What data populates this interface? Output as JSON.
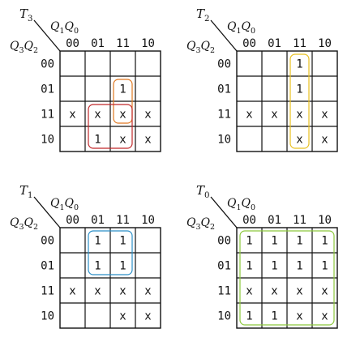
{
  "maps": [
    {
      "name_var": "T",
      "name_sub": "3",
      "col_var": [
        "Q",
        "1",
        "Q",
        "0"
      ],
      "row_var": [
        "Q",
        "3",
        "Q",
        "2"
      ],
      "col_heads": [
        "00",
        "01",
        "11",
        "10"
      ],
      "row_heads": [
        "00",
        "01",
        "11",
        "10"
      ],
      "cells": [
        [
          "",
          "",
          "",
          ""
        ],
        [
          "",
          "",
          "1",
          ""
        ],
        [
          "x",
          "x",
          "x",
          "x"
        ],
        [
          "",
          "1",
          "x",
          "x"
        ]
      ],
      "groups": [
        {
          "color": "#e07820",
          "row_from": 1,
          "row_to": 2,
          "col_from": 2,
          "col_to": 2
        },
        {
          "color": "#c0282a",
          "row_from": 2,
          "row_to": 3,
          "col_from": 1,
          "col_to": 2
        }
      ]
    },
    {
      "name_var": "T",
      "name_sub": "2",
      "col_var": [
        "Q",
        "1",
        "Q",
        "0"
      ],
      "row_var": [
        "Q",
        "3",
        "Q",
        "2"
      ],
      "col_heads": [
        "00",
        "01",
        "11",
        "10"
      ],
      "row_heads": [
        "00",
        "01",
        "11",
        "10"
      ],
      "cells": [
        [
          "",
          "",
          "1",
          ""
        ],
        [
          "",
          "",
          "1",
          ""
        ],
        [
          "x",
          "x",
          "x",
          "x"
        ],
        [
          "",
          "",
          "x",
          "x"
        ]
      ],
      "groups": [
        {
          "color": "#e8c020",
          "row_from": 0,
          "row_to": 3,
          "col_from": 2,
          "col_to": 2
        }
      ]
    },
    {
      "name_var": "T",
      "name_sub": "1",
      "col_var": [
        "Q",
        "1",
        "Q",
        "0"
      ],
      "row_var": [
        "Q",
        "3",
        "Q",
        "2"
      ],
      "col_heads": [
        "00",
        "01",
        "11",
        "10"
      ],
      "row_heads": [
        "00",
        "01",
        "11",
        "10"
      ],
      "cells": [
        [
          "",
          "1",
          "1",
          ""
        ],
        [
          "",
          "1",
          "1",
          ""
        ],
        [
          "x",
          "x",
          "x",
          "x"
        ],
        [
          "",
          "",
          "x",
          "x"
        ]
      ],
      "groups": [
        {
          "color": "#2a8fc8",
          "row_from": 0,
          "row_to": 1,
          "col_from": 1,
          "col_to": 2
        }
      ]
    },
    {
      "name_var": "T",
      "name_sub": "0",
      "col_var": [
        "Q",
        "1",
        "Q",
        "0"
      ],
      "row_var": [
        "Q",
        "3",
        "Q",
        "2"
      ],
      "col_heads": [
        "00",
        "01",
        "11",
        "10"
      ],
      "row_heads": [
        "00",
        "01",
        "11",
        "10"
      ],
      "cells": [
        [
          "1",
          "1",
          "1",
          "1"
        ],
        [
          "1",
          "1",
          "1",
          "1"
        ],
        [
          "x",
          "x",
          "x",
          "x"
        ],
        [
          "1",
          "1",
          "x",
          "x"
        ]
      ],
      "groups": [
        {
          "color": "#8cc83c",
          "row_from": 0,
          "row_to": 3,
          "col_from": 0,
          "col_to": 3
        }
      ]
    }
  ]
}
